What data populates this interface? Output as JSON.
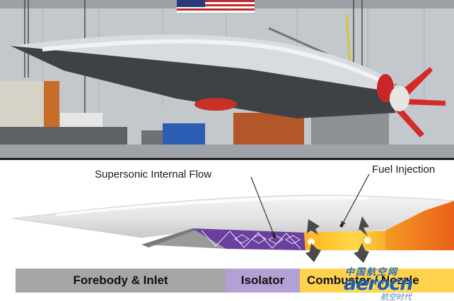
{
  "callouts": {
    "supersonic_flow": "Supersonic Internal Flow",
    "fuel_injection": "Fuel Injection"
  },
  "sections": {
    "forebody_inlet": "Forebody & Inlet",
    "isolator": "Isolator",
    "combustor_nozzle": "Combustor / Nozzle"
  },
  "colors": {
    "forebody": "#a6a6a6",
    "isolator": "#b3a0d4",
    "combustor": "#ffd24d",
    "nozzle_plume": "#f07a1c",
    "isolator_flow": "#6a3f9e"
  },
  "watermark": {
    "chinese": "中国航空网",
    "latin": "aerocn",
    "sub": "航空时代"
  }
}
